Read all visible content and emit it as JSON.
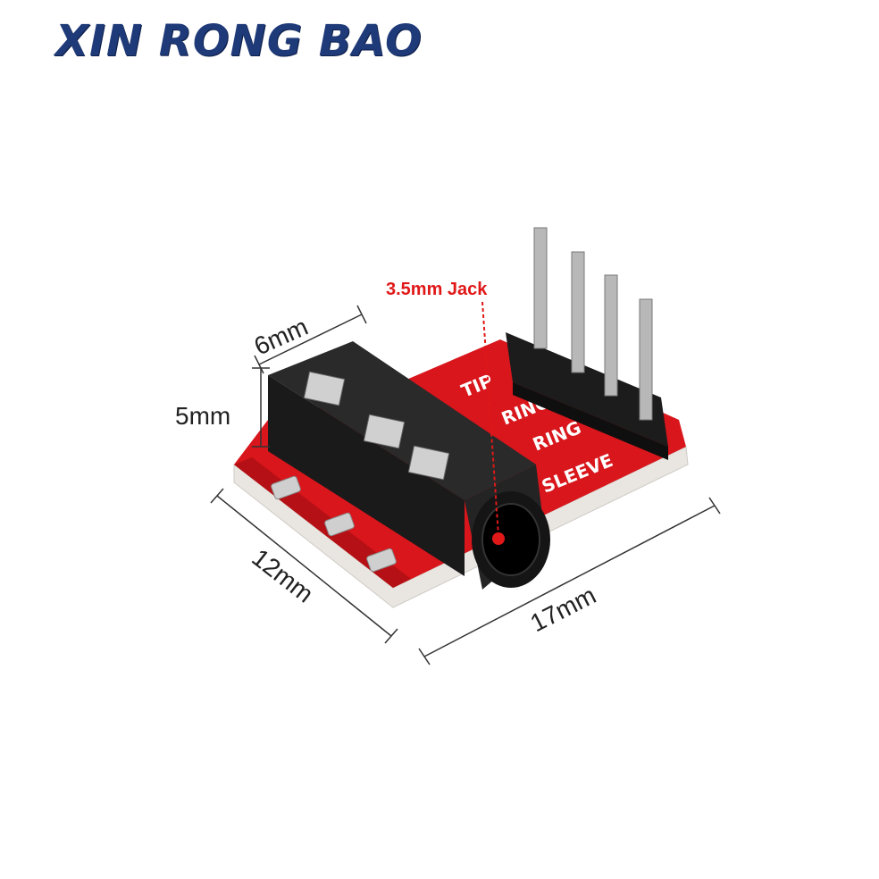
{
  "brand": {
    "text": "XIN RONG BAO",
    "color": "#1f3a78"
  },
  "product": {
    "callout": "3.5mm Jack",
    "pcb_labels": [
      "TIP",
      "RING",
      "RING",
      "SLEEVE"
    ],
    "dimensions": {
      "top_width": "6mm",
      "height": "5mm",
      "depth": "12mm",
      "length": "17mm"
    },
    "colors": {
      "pcb": "#d8161c",
      "jack_body": "#1e1e1e",
      "pins": "#b8b8b8",
      "callout": "#e01818"
    }
  }
}
